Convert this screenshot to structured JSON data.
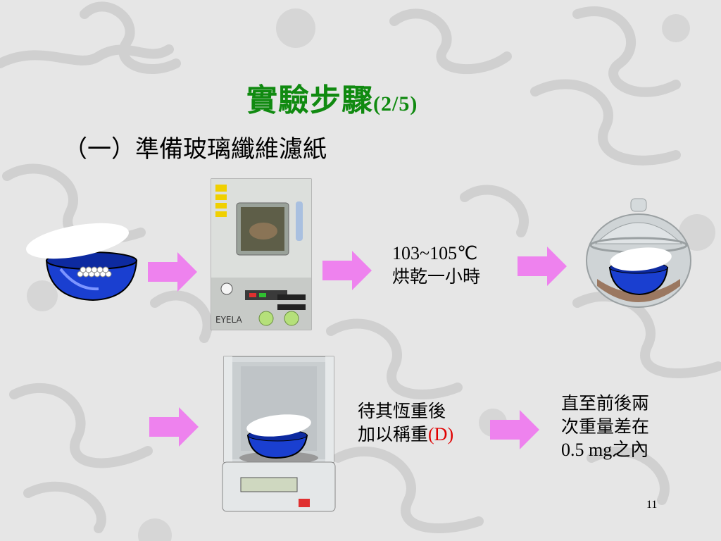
{
  "slide": {
    "title_main": "實驗步驟",
    "title_part": "(2/5)",
    "heading": "（一）準備玻璃纖維濾紙",
    "page_number": "11"
  },
  "step_oven": {
    "line1": "103~105℃",
    "line2": "烘乾一小時",
    "oven_brand": "EYELA"
  },
  "step_weigh": {
    "line1": "待其恆重後",
    "line2_prefix": "加以稱重",
    "line2_mark": "(D)"
  },
  "step_repeat": {
    "line1": "直至前後兩",
    "line2": "次重量差在",
    "line3": "0.5 mg之內"
  },
  "colors": {
    "title": "#108a10",
    "arrow": "#ee82ee",
    "bowl": "#1a3fd0",
    "mark": "#e00000"
  }
}
